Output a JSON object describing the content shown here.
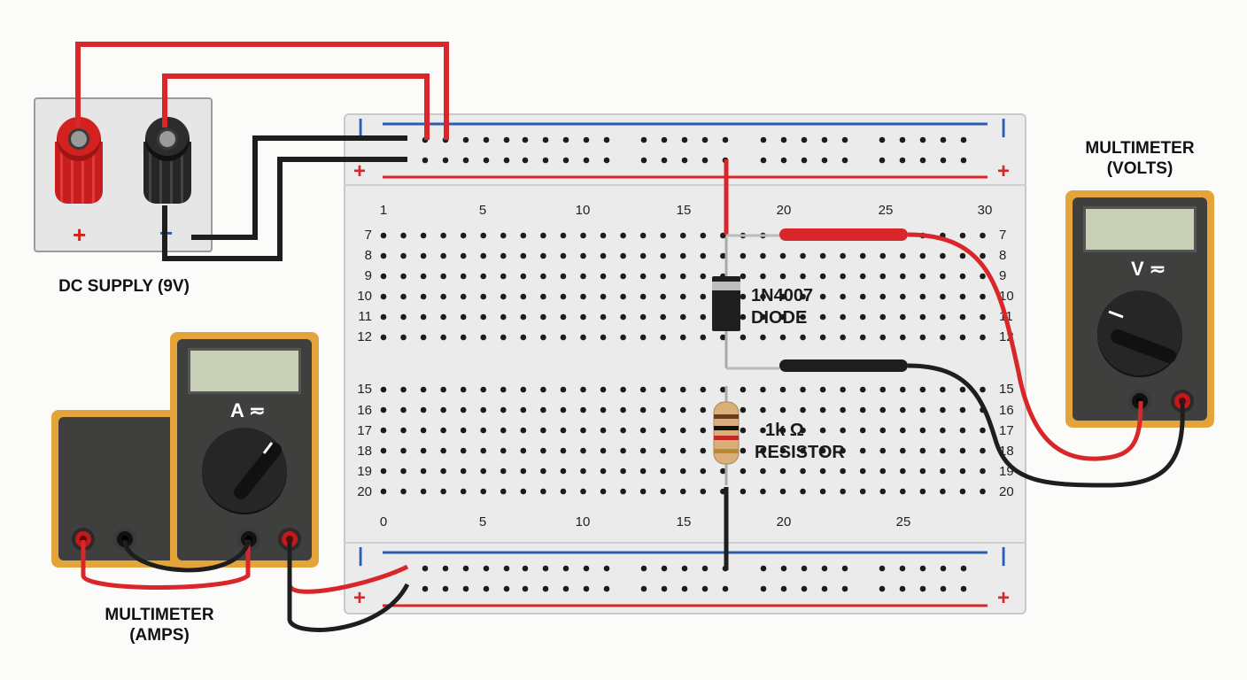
{
  "supply": {
    "label": "DC SUPPLY (9V)",
    "plus": "+",
    "minus": "−"
  },
  "breadboard": {
    "columns_top": [
      "1",
      "5",
      "10",
      "15",
      "20",
      "25",
      "30"
    ],
    "columns_bottom": [
      "0",
      "5",
      "10",
      "15",
      "20",
      "25"
    ],
    "rows_top": [
      "7",
      "8",
      "9",
      "10",
      "11",
      "12"
    ],
    "rows_bottom": [
      "15",
      "16",
      "17",
      "18",
      "19",
      "20"
    ],
    "rail_plus": "+",
    "rail_minus": "|"
  },
  "diode": {
    "part": "1N4007",
    "label": "DIODE"
  },
  "resistor": {
    "value": "1k Ω",
    "label": "RESISTOR"
  },
  "voltmeter": {
    "title_line1": "MULTIMETER",
    "title_line2": "(VOLTS)",
    "mode": "V ≂"
  },
  "ammeter": {
    "title_line1": "MULTIMETER",
    "title_line2": "(AMPS)",
    "mode": "A ≂"
  },
  "colors": {
    "wire_red": "#d8262a",
    "wire_black": "#1e1e1e",
    "rail_blue": "#2a5db0",
    "rail_red": "#d8262a",
    "meter_case": "#e5a43a"
  }
}
